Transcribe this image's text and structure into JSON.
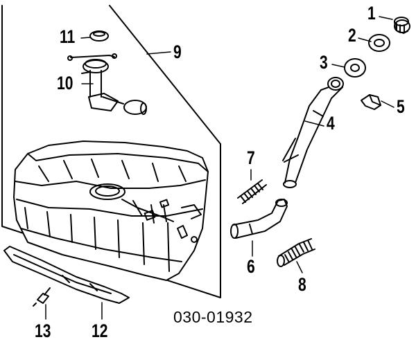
{
  "diagram": {
    "drawing_number": "030-01932",
    "callouts": [
      "1",
      "2",
      "3",
      "4",
      "5",
      "6",
      "7",
      "8",
      "9",
      "10",
      "11",
      "12",
      "13"
    ],
    "parts": [
      {
        "callout": "1",
        "icon": "filler-cap-icon"
      },
      {
        "callout": "2",
        "icon": "cap-gasket-icon"
      },
      {
        "callout": "3",
        "icon": "filler-seal-ring-icon"
      },
      {
        "callout": "4",
        "icon": "filler-neck-pipe-icon"
      },
      {
        "callout": "5",
        "icon": "mounting-bracket-icon"
      },
      {
        "callout": "6",
        "icon": "filler-hose-icon"
      },
      {
        "callout": "7",
        "icon": "vent-hose-icon"
      },
      {
        "callout": "8",
        "icon": "corrugated-hose-icon"
      },
      {
        "callout": "9",
        "icon": "fuel-tank-icon"
      },
      {
        "callout": "10",
        "icon": "fuel-pump-sender-icon"
      },
      {
        "callout": "11",
        "icon": "lock-ring-icon"
      },
      {
        "callout": "12",
        "icon": "tank-strap-icon"
      },
      {
        "callout": "13",
        "icon": "strap-bolt-icon"
      }
    ]
  }
}
